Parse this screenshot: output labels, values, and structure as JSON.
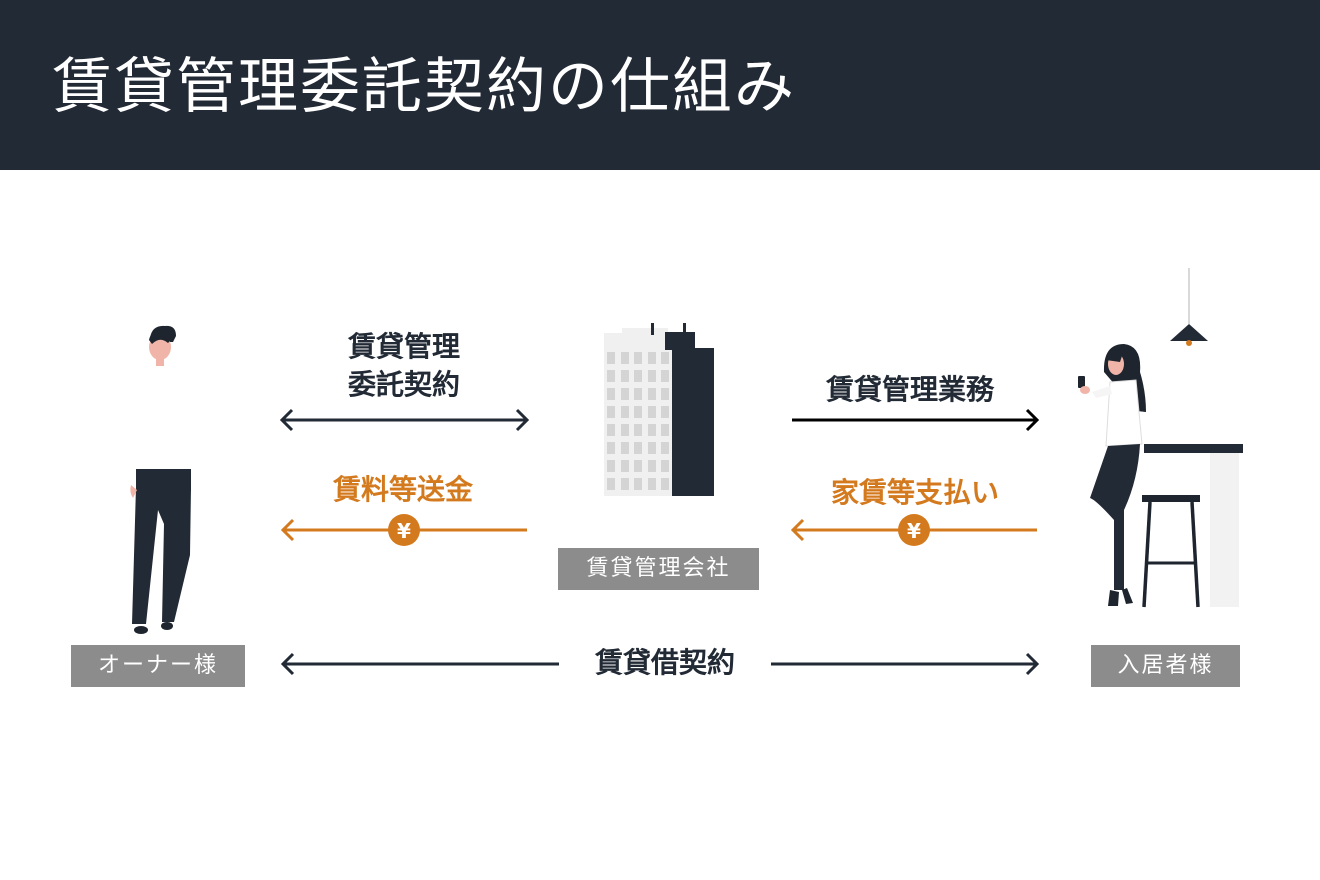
{
  "title": "賃貸管理委託契約の仕組み",
  "contract_top": {
    "line1": "賃貸管理",
    "line2": "委託契約"
  },
  "remittance": "賃料等送金",
  "management_work": "賃貸管理業務",
  "rent_payment": "家賃等支払い",
  "lease_contract": "賃貸借契約",
  "yen_symbol": "¥",
  "roles": {
    "owner": "オーナー様",
    "company": "賃貸管理会社",
    "tenant": "入居者様"
  },
  "colors": {
    "header_bg": "#222a35",
    "dark": "#222a35",
    "accent": "#d47a1e",
    "tag_bg": "#8c8c8c"
  },
  "icons": [
    "owner-person-icon",
    "building-icon",
    "tenant-person-icon",
    "pendant-lamp-icon",
    "bar-stool-icon",
    "yen-coin-icon"
  ]
}
